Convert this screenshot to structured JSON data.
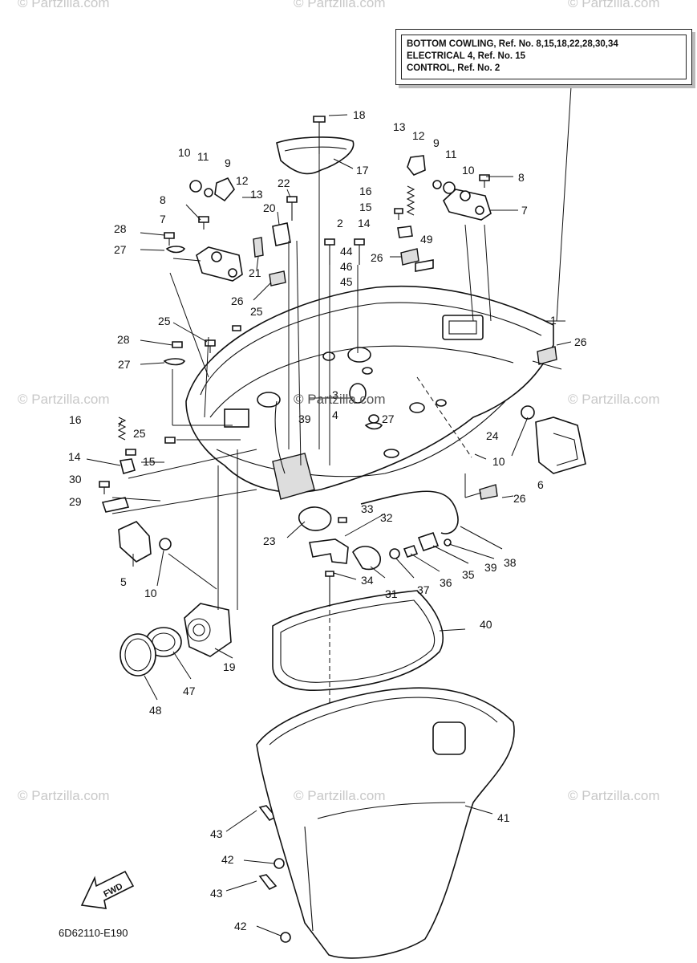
{
  "watermark": "© Partzilla.com",
  "center_watermark": "© Partzilla.com",
  "info_box": {
    "lines": [
      "BOTTOM COWLING, Ref. No. 8,15,18,22,28,30,34",
      "ELECTRICAL 4, Ref. No. 15",
      "CONTROL,  Ref. No. 2"
    ]
  },
  "diagram_code": "6D62110-E190",
  "fwd_label": "FWD",
  "callouts": [
    "1",
    "2",
    "3",
    "4",
    "5",
    "6",
    "7",
    "8",
    "9",
    "10",
    "11",
    "12",
    "13",
    "14",
    "15",
    "16",
    "17",
    "18",
    "19",
    "20",
    "21",
    "22",
    "23",
    "24",
    "25",
    "26",
    "27",
    "28",
    "29",
    "30",
    "31",
    "32",
    "33",
    "34",
    "35",
    "36",
    "37",
    "38",
    "39",
    "40",
    "41",
    "42",
    "43",
    "44",
    "45",
    "46",
    "47",
    "48",
    "49"
  ]
}
